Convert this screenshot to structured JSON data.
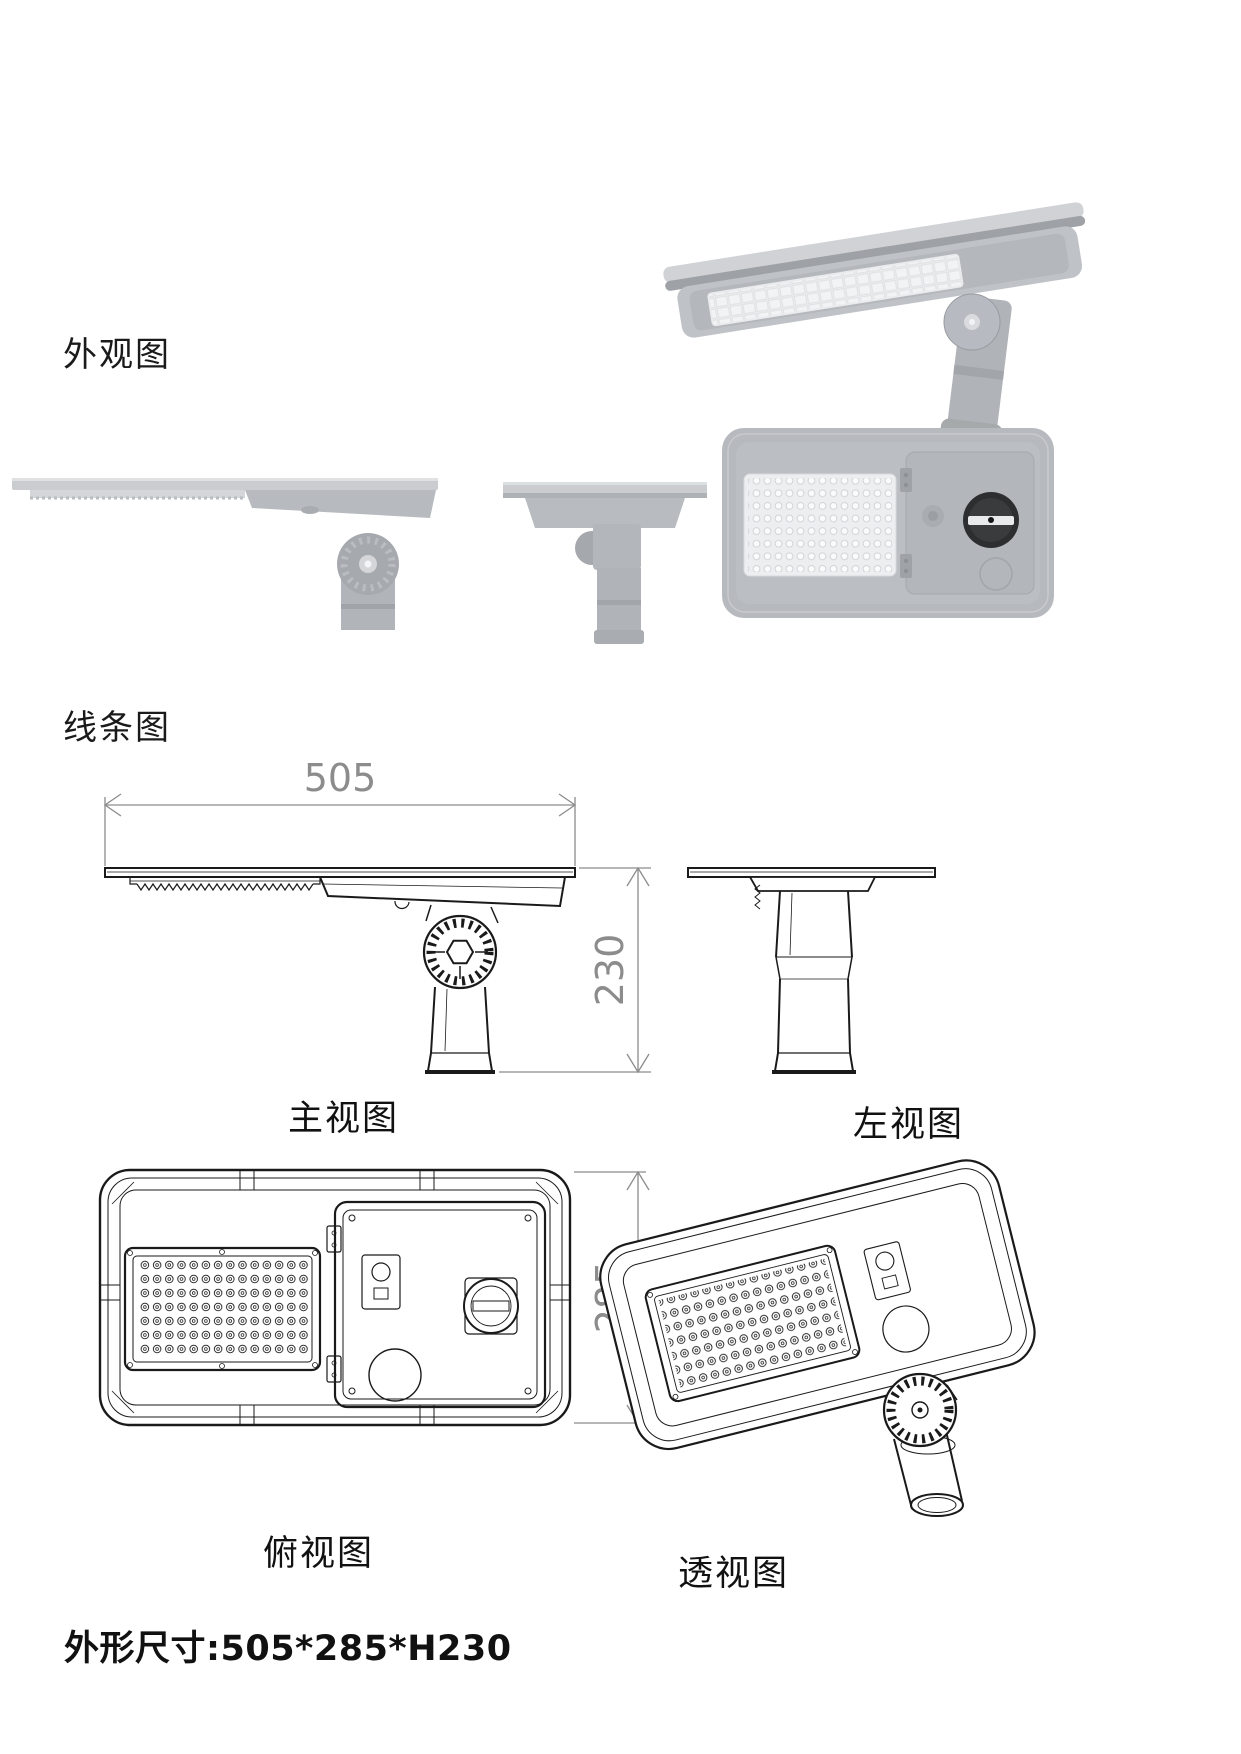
{
  "sections": {
    "appearance": {
      "label": "外观图"
    },
    "line_drawing": {
      "label": "线条图"
    }
  },
  "views": {
    "front": {
      "label": "主视图"
    },
    "left": {
      "label": "左视图"
    },
    "top": {
      "label": "俯视图"
    },
    "perspective": {
      "label": "透视图"
    }
  },
  "dimensions": {
    "width_mm": "505",
    "depth_mm": "285",
    "height_mm": "230"
  },
  "footer": {
    "overall_size": "外形尺寸:505*285*H230"
  },
  "colors": {
    "background": "#ffffff",
    "render_body": "#b7babf",
    "render_shadow": "#a4a7ac",
    "render_highlight": "#d7d9dc",
    "led_panel": "#edeff1",
    "knob_black": "#2d2e30",
    "drawing_line": "#1a1a1a",
    "dimension_gray": "#8c8c8c"
  }
}
